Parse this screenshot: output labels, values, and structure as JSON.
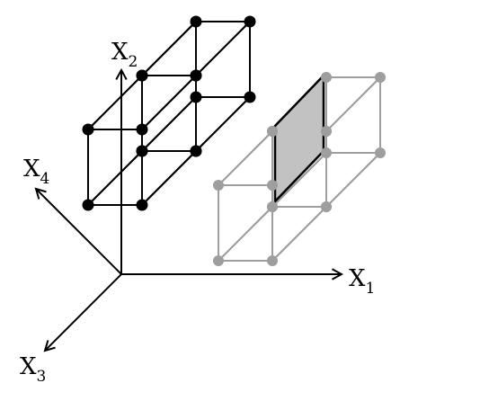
{
  "axes": {
    "x1": {
      "letter": "X",
      "sub": "1"
    },
    "x2": {
      "letter": "X",
      "sub": "2"
    },
    "x3": {
      "letter": "X",
      "sub": "3"
    },
    "x4": {
      "letter": "X",
      "sub": "4"
    }
  },
  "colors": {
    "black": "#000000",
    "gray": "#9e9e9e",
    "shaded_face": "#c2c2c2"
  }
}
